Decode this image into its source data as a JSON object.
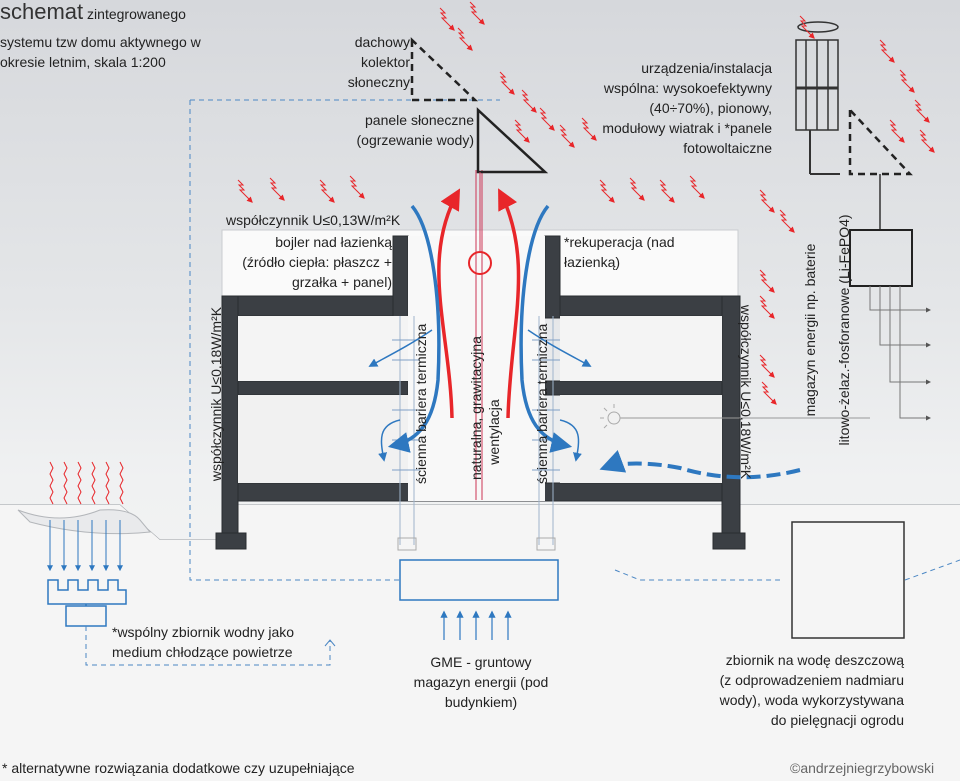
{
  "title": {
    "big": "schemat",
    "rest": " zintegrowanego",
    "line2": "systemu tzw domu aktywnego w",
    "line3": "okresie letnim, skala 1:200"
  },
  "labels": {
    "roof_collector": [
      "dachowy",
      "kolektor",
      "słoneczny"
    ],
    "solar_panels": [
      "panele słoneczne",
      "(ogrzewanie wody)"
    ],
    "shared_devices": [
      "urządzenia/instalacja",
      "wspólna: wysokoefektywny",
      "(40÷70%), pionowy,",
      "modułowy wiatrak i *panele",
      "fotowoltaiczne"
    ],
    "u_roof": "współczynnik U≤0,13W/m²K",
    "boiler": [
      "bojler nad łazienką",
      "(źródło ciepła: płaszcz +",
      "grzałka + panel)"
    ],
    "recuperation": [
      "*rekuperacja (nad",
      "łazienką)"
    ],
    "u_wall_left": "współczynnik U≤0,18W/m²K",
    "u_wall_right": "współczynnik U≤0,18W/m²K",
    "thermal_barrier_left": "ścienna bariera termiczna",
    "thermal_barrier_right": "ścienna bariera termiczna",
    "ventilation": [
      "naturalna, grawitacyjna",
      "wentylacja"
    ],
    "battery": [
      "magazyn energii np. baterie",
      "litowo-żelaz.-fosforanowe (Li-FePO4)"
    ],
    "water_tank": [
      "*wspólny zbiornik wodny jako",
      "medium chłodzące powietrze"
    ],
    "gme": [
      "GME - gruntowy",
      "magazyn energii (pod",
      "budynkiem)"
    ],
    "rainwater": [
      "zbiornik na wodę deszczową",
      "(z odprowadzeniem nadmiaru",
      "wody), woda wykorzystywana",
      "do pielęgnacji ogrodu"
    ],
    "footnote": "* alternatywne rozwiązania dodatkowe czy uzupełniające",
    "signature": "©andrzejniegrzybowski"
  },
  "colors": {
    "structure": "#3b3f44",
    "warm": "#e8262a",
    "cool": "#2e78c0",
    "sun": "#e8262a",
    "line": "#4a4a4a"
  }
}
